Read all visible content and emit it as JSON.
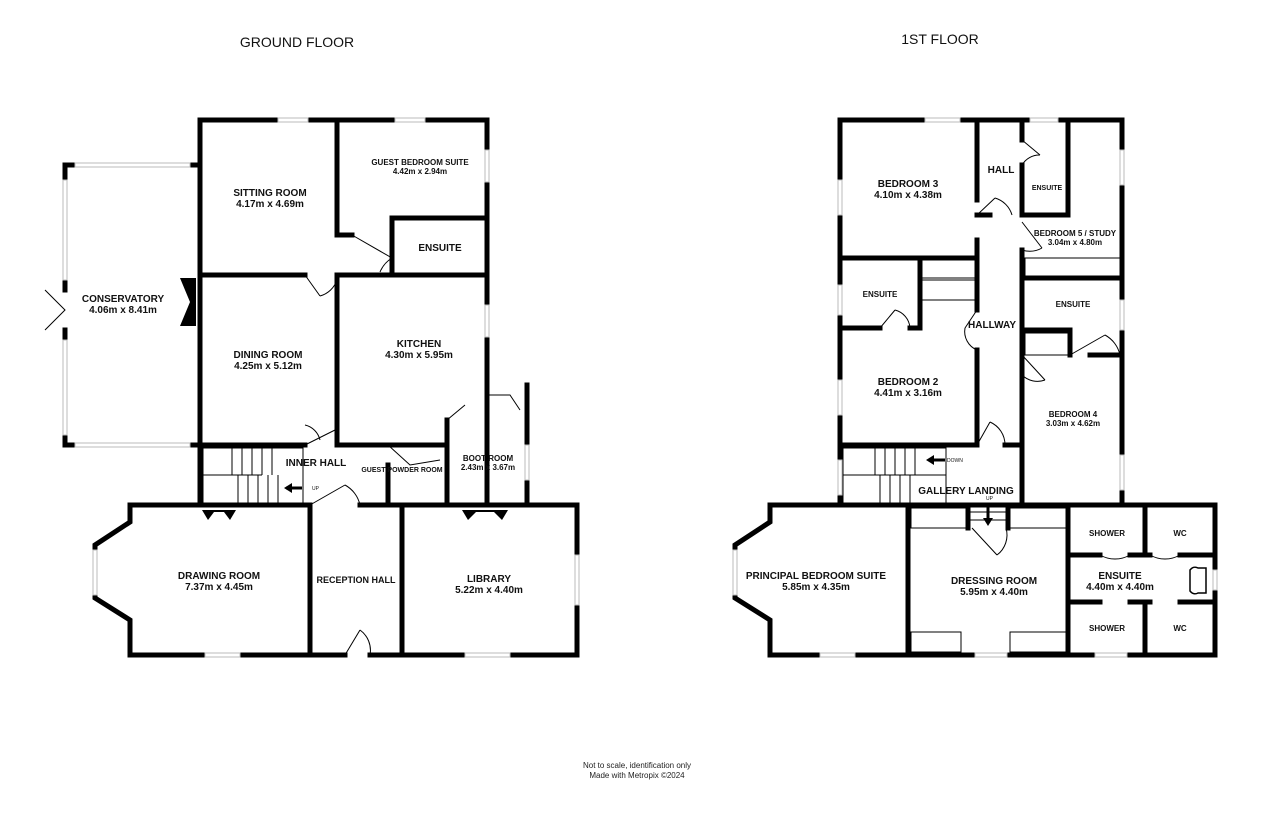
{
  "ground_floor": {
    "title": "GROUND FLOOR",
    "rooms": {
      "sitting_room": {
        "name": "SITTING ROOM",
        "dims": "4.17m  x 4.69m"
      },
      "guest_bedroom_suite": {
        "name": "GUEST BEDROOM SUITE",
        "dims": "4.42m  x 2.94m"
      },
      "ensuite": {
        "name": "ENSUITE"
      },
      "conservatory": {
        "name": "CONSERVATORY",
        "dims": "4.06m  x 8.41m"
      },
      "dining_room": {
        "name": "DINING ROOM",
        "dims": "4.25m  x 5.12m"
      },
      "kitchen": {
        "name": "KITCHEN",
        "dims": "4.30m  x 5.95m"
      },
      "inner_hall": {
        "name": "INNER HALL"
      },
      "guest_powder_room": {
        "name": "GUEST POWDER ROOM"
      },
      "boot_room": {
        "name": "BOOT ROOM",
        "dims": "2.43m  x 3.67m"
      },
      "drawing_room": {
        "name": "DRAWING ROOM",
        "dims": "7.37m  x 4.45m"
      },
      "reception_hall": {
        "name": "RECEPTION HALL"
      },
      "library": {
        "name": "LIBRARY",
        "dims": "5.22m  x 4.40m"
      }
    },
    "stairs_label": "UP"
  },
  "first_floor": {
    "title": "1ST FLOOR",
    "rooms": {
      "bedroom_3": {
        "name": "BEDROOM 3",
        "dims": "4.10m  x 4.38m"
      },
      "hall": {
        "name": "HALL"
      },
      "ensuite_top": {
        "name": "ENSUITE"
      },
      "bedroom_5": {
        "name": "BEDROOM 5 / STUDY",
        "dims": "3.04m  x 4.80m"
      },
      "ensuite_left": {
        "name": "ENSUITE"
      },
      "hallway": {
        "name": "HALLWAY"
      },
      "ensuite_right": {
        "name": "ENSUITE"
      },
      "bedroom_2": {
        "name": "BEDROOM 2",
        "dims": "4.41m  x 3.16m"
      },
      "bedroom_4": {
        "name": "BEDROOM 4",
        "dims": "3.03m  x 4.62m"
      },
      "gallery_landing": {
        "name": "GALLERY LANDING"
      },
      "principal_bedroom": {
        "name": "PRINCIPAL BEDROOM SUITE",
        "dims": "5.85m  x 4.35m"
      },
      "dressing_room": {
        "name": "DRESSING ROOM",
        "dims": "5.95m  x 4.40m"
      },
      "principal_ensuite": {
        "name": "ENSUITE",
        "dims": "4.40m  x 4.40m"
      },
      "shower_top": {
        "name": "SHOWER"
      },
      "shower_bottom": {
        "name": "SHOWER"
      },
      "wc_top": {
        "name": "WC"
      },
      "wc_bottom": {
        "name": "WC"
      }
    },
    "stairs_down_label": "DOWN",
    "stairs_up_label": "UP"
  },
  "footer": {
    "line1": "Not to scale, identification only",
    "line2": "Made with Metropix ©2024"
  }
}
